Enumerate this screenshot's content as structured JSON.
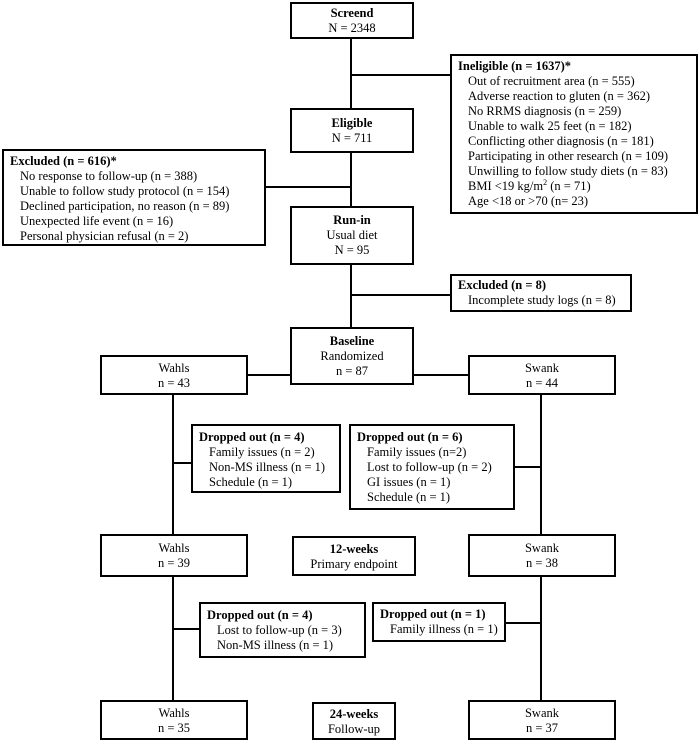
{
  "screened": {
    "title": "Screend",
    "n": "N = 2348"
  },
  "ineligible": {
    "title": "Ineligible (n = 1637)*",
    "items": [
      "Out of recruitment area (n = 555)",
      "Adverse reaction to gluten (n = 362)",
      "No RRMS diagnosis (n = 259)",
      "Unable to walk 25 feet (n = 182)",
      "Conflicting other diagnosis (n = 181)",
      "Participating in other research (n = 109)",
      "Unwilling to follow study diets (n = 83)",
      "BMI <19 kg/m",
      "Age <18 or >70 (n= 23)"
    ],
    "bmi_sup": "2",
    "bmi_tail": " (n = 71)"
  },
  "eligible": {
    "title": "Eligible",
    "n": "N = 711"
  },
  "excluded_616": {
    "title": "Excluded (n = 616)*",
    "items": [
      "No response to follow-up (n = 388)",
      "Unable to follow study protocol (n = 154)",
      "Declined participation, no reason (n = 89)",
      "Unexpected life event (n = 16)",
      "Personal physician refusal (n = 2)"
    ]
  },
  "runin": {
    "title": "Run-in",
    "sub": "Usual diet",
    "n": "N = 95"
  },
  "excluded_8": {
    "title": "Excluded (n = 8)",
    "items": [
      "Incomplete study logs (n = 8)"
    ]
  },
  "baseline": {
    "title": "Baseline",
    "sub": "Randomized",
    "n": "n = 87"
  },
  "wahls_baseline": {
    "name": "Wahls",
    "n": "n = 43"
  },
  "swank_baseline": {
    "name": "Swank",
    "n": "n = 44"
  },
  "dropped_wahls_12": {
    "title": "Dropped out (n = 4)",
    "items": [
      "Family issues (n = 2)",
      "Non-MS illness (n = 1)",
      "Schedule (n = 1)"
    ]
  },
  "dropped_swank_12": {
    "title": "Dropped out (n = 6)",
    "items": [
      "Family issues (n=2)",
      "Lost to follow-up (n = 2)",
      "GI issues (n = 1)",
      "Schedule (n = 1)"
    ]
  },
  "wahls_12": {
    "name": "Wahls",
    "n": "n = 39"
  },
  "week12": {
    "title": "12-weeks",
    "sub": "Primary endpoint"
  },
  "swank_12": {
    "name": "Swank",
    "n": "n = 38"
  },
  "dropped_wahls_24": {
    "title": "Dropped out (n = 4)",
    "items": [
      "Lost to follow-up (n = 3)",
      "Non-MS illness (n = 1)"
    ]
  },
  "dropped_swank_24": {
    "title": "Dropped out (n = 1)",
    "items": [
      "Family illness (n = 1)"
    ]
  },
  "wahls_24": {
    "name": "Wahls",
    "n": "n = 35"
  },
  "week24": {
    "title": "24-weeks",
    "sub": "Follow-up"
  },
  "swank_24": {
    "name": "Swank",
    "n": "n = 37"
  }
}
